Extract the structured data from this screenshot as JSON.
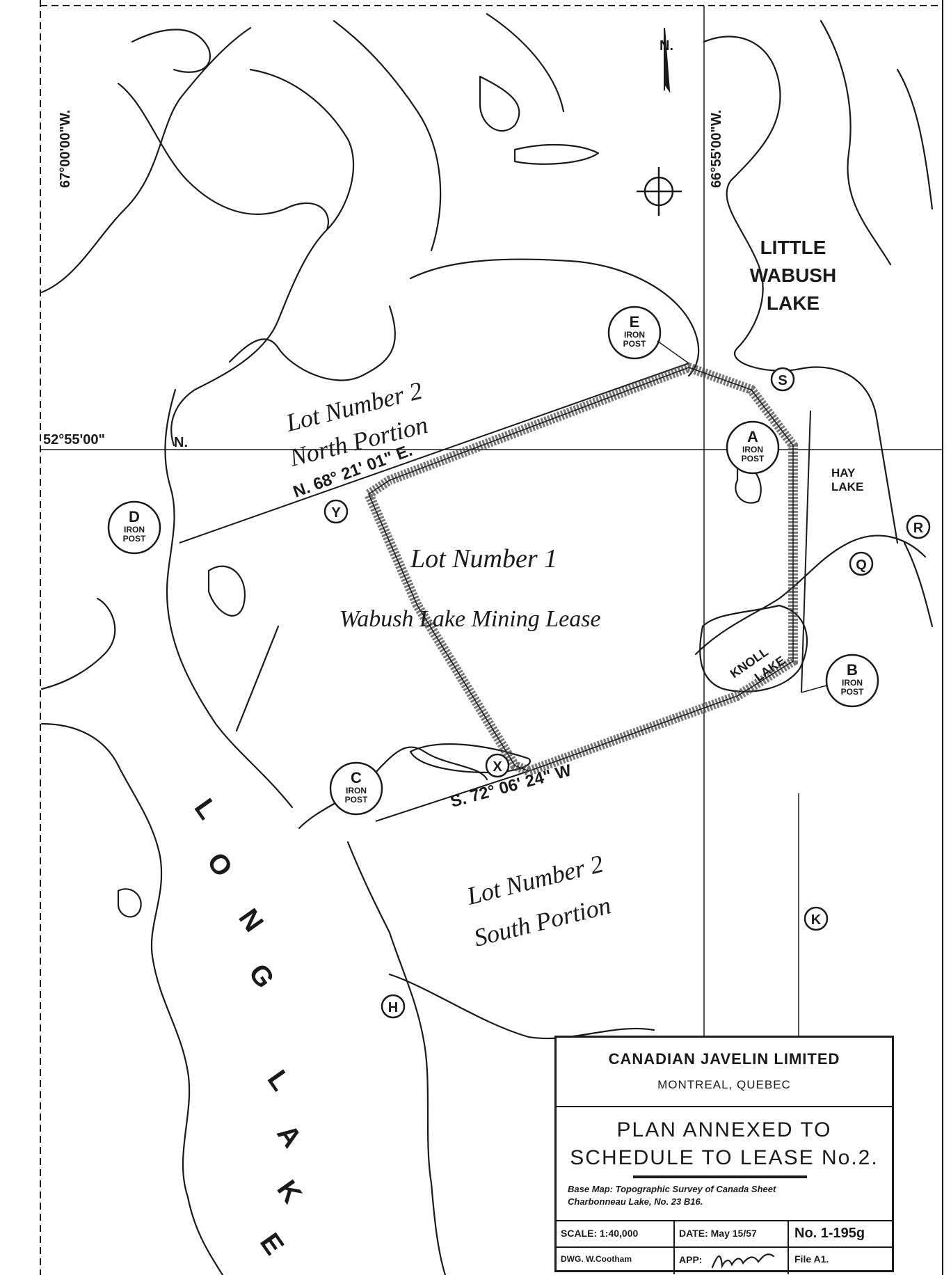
{
  "map": {
    "meridian_left": "67°00'00\"W.",
    "meridian_right": "66°55'00\"W.",
    "parallel": "52°55'00\"",
    "parallel_n": "N.",
    "north_label": "N.",
    "lakes": {
      "little_wabush_1": "LITTLE",
      "little_wabush_2": "WABUSH",
      "little_wabush_3": "LAKE",
      "hay_1": "HAY",
      "hay_2": "LAKE",
      "knoll_1": "KNOLL",
      "knoll_2": "LAKE",
      "long_l": "L",
      "long_o": "O",
      "long_n": "N",
      "long_g": "G",
      "long_l2": "L",
      "long_a": "A",
      "long_k": "K",
      "long_e": "E"
    },
    "lots": {
      "north_1": "Lot Number 2",
      "north_2": "North Portion",
      "lot1_1": "Lot Number 1",
      "lot1_2": "Wabush Lake Mining Lease",
      "south_1": "Lot Number 2",
      "south_2": "South Portion"
    },
    "bearings": {
      "north_line": "N. 68° 21' 01\" E.",
      "south_line": "S. 72° 06' 24\" W"
    },
    "iron_posts": {
      "label_1": "IRON",
      "label_2": "POST",
      "letters": [
        "A",
        "B",
        "C",
        "D",
        "E"
      ]
    },
    "points": [
      "S",
      "Y",
      "X",
      "R",
      "Q",
      "K",
      "H"
    ]
  },
  "title_block": {
    "company": "CANADIAN JAVELIN LIMITED",
    "city": "MONTREAL, QUEBEC",
    "plan_line1": "PLAN ANNEXED TO",
    "plan_line2": "SCHEDULE TO LEASE No.2.",
    "base_map_1": "Base Map: Topographic Survey of Canada Sheet",
    "base_map_2": "Charbonneau Lake, No. 23 B16.",
    "scale": "SCALE: 1:40,000",
    "date": "DATE: May 15/57",
    "number": "No. 1-195g",
    "drawn": "DWG. W.Cootham",
    "approved": "APP:",
    "file": "File A1."
  }
}
